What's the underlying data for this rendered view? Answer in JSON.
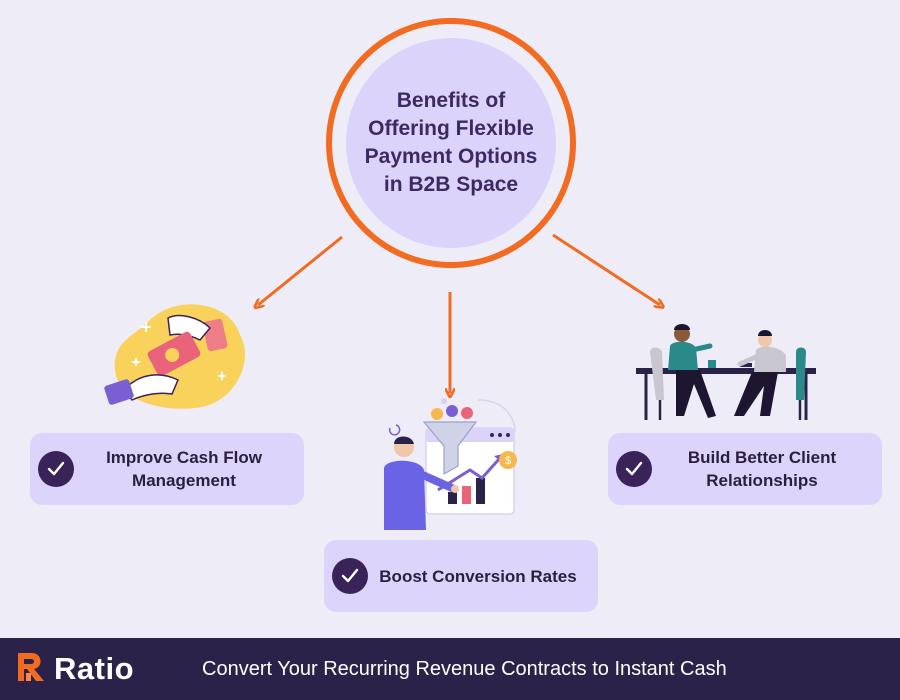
{
  "hub": {
    "title": "Benefits of Offering Flexible Payment Options in B2B Space"
  },
  "benefits": [
    {
      "label": "Improve Cash Flow Management"
    },
    {
      "label": "Boost Conversion Rates"
    },
    {
      "label": "Build Better Client Relationships"
    }
  ],
  "footer": {
    "brand": "Ratio",
    "tagline": "Convert Your Recurring Revenue Contracts to Instant Cash"
  },
  "colors": {
    "accent": "#f26b21",
    "purple_light": "#ddd4fb",
    "purple_dark": "#2a2248",
    "check": "#3a2358"
  },
  "icons": [
    "money-hand-icon",
    "funnel-growth-icon",
    "meeting-icon",
    "check-icon",
    "ratio-logo-icon"
  ]
}
